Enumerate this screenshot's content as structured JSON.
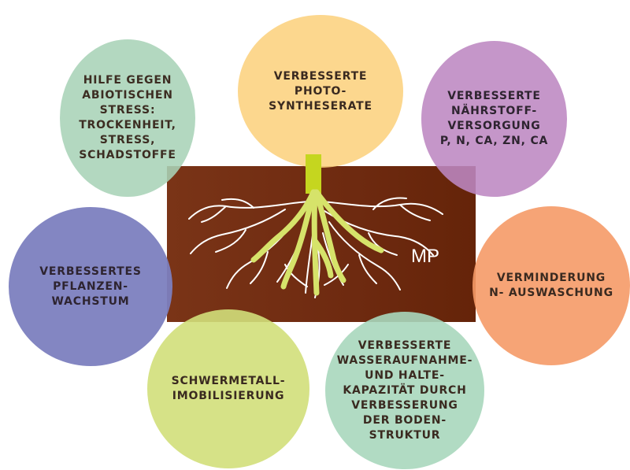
{
  "colors": {
    "soil": "#6e2a10",
    "root": "#d6e36a",
    "root_stem_top": "#c5d61f",
    "fine_roots": "#ffffff",
    "bubble_stress": "#a9d3b7",
    "bubble_photo": "#fcd27e",
    "bubble_naehrstoff": "#bd87c2",
    "bubble_wachstum": "#7c7fbf",
    "bubble_auswaschung": "#f59a67",
    "bubble_schwermetall": "#d2df7a",
    "bubble_wasser": "#a8d7bc"
  },
  "center": {
    "label": "MP"
  },
  "bubbles": {
    "stress": "HILFE GEGEN\nABIOTISCHEN\nSTRESS:\nTROCKENHEIT,\nSTRESS,\nSCHADSTOFFE",
    "photo": "VERBESSERTE\nPHOTO-\nSYNTHESERATE",
    "naehrstoff": "VERBESSERTE\nNÄHRSTOFF-\nVERSORGUNG\nP, N, CA, ZN, CA",
    "wachstum": "VERBESSERTES\nPFLANZEN-\nWACHSTUM",
    "auswaschung": "VERMINDERUNG\nN- AUSWASCHUNG",
    "schwermetall": "SCHWERMETALL-\nIMOBILISIERUNG",
    "wasser": "VERBESSERTE\nWASSERAUFNAHME-\nUND HALTE-\nKAPAZITÄT DURCH\nVERBESSERUNG\nDER BODEN-\nSTRUKTUR"
  }
}
